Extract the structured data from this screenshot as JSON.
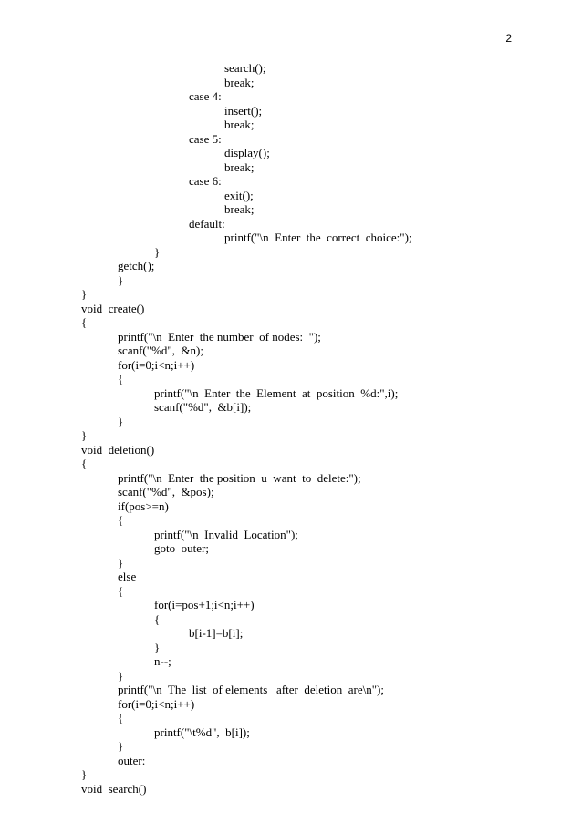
{
  "page": {
    "number": "2"
  },
  "code_lines": [
    {
      "indent": 4,
      "text": "search();"
    },
    {
      "indent": 4,
      "text": "break;"
    },
    {
      "indent": 3,
      "text": "case 4:"
    },
    {
      "indent": 4,
      "text": "insert();"
    },
    {
      "indent": 4,
      "text": "break;"
    },
    {
      "indent": 3,
      "text": "case 5:"
    },
    {
      "indent": 4,
      "text": "display();"
    },
    {
      "indent": 4,
      "text": "break;"
    },
    {
      "indent": 3,
      "text": "case 6:"
    },
    {
      "indent": 4,
      "text": "exit();"
    },
    {
      "indent": 4,
      "text": "break;"
    },
    {
      "indent": 3,
      "text": "default:"
    },
    {
      "indent": 4,
      "text": "printf(\"\\n  Enter  the  correct  choice:\");"
    },
    {
      "indent": 2,
      "text": "}"
    },
    {
      "indent": 1,
      "text": "getch();"
    },
    {
      "indent": 1,
      "text": "}"
    },
    {
      "indent": 0,
      "text": "}"
    },
    {
      "indent": 0,
      "text": "void  create()"
    },
    {
      "indent": 0,
      "text": "{"
    },
    {
      "indent": 1,
      "text": "printf(\"\\n  Enter  the number  of nodes:  \");"
    },
    {
      "indent": 1,
      "text": "scanf(\"%d\",  &n);"
    },
    {
      "indent": 1,
      "text": "for(i=0;i<n;i++)"
    },
    {
      "indent": 1,
      "text": "{"
    },
    {
      "indent": 2,
      "text": "printf(\"\\n  Enter  the  Element  at  position  %d:\",i);"
    },
    {
      "indent": 2,
      "text": "scanf(\"%d\",  &b[i]);"
    },
    {
      "indent": 1,
      "text": "}"
    },
    {
      "indent": 0,
      "text": "}"
    },
    {
      "indent": 0,
      "text": "void  deletion()"
    },
    {
      "indent": 0,
      "text": "{"
    },
    {
      "indent": 1,
      "text": "printf(\"\\n  Enter  the position  u  want  to  delete:\");"
    },
    {
      "indent": 1,
      "text": "scanf(\"%d\",  &pos);"
    },
    {
      "indent": 1,
      "text": "if(pos>=n)"
    },
    {
      "indent": 1,
      "text": "{"
    },
    {
      "indent": 2,
      "text": "printf(\"\\n  Invalid  Location\");"
    },
    {
      "indent": 2,
      "text": "goto  outer;"
    },
    {
      "indent": 1,
      "text": "}"
    },
    {
      "indent": 1,
      "text": "else"
    },
    {
      "indent": 1,
      "text": "{"
    },
    {
      "indent": 2,
      "text": "for(i=pos+1;i<n;i++)"
    },
    {
      "indent": 2,
      "text": "{"
    },
    {
      "indent": 3,
      "text": "b[i-1]=b[i];"
    },
    {
      "indent": 2,
      "text": "}"
    },
    {
      "indent": 2,
      "text": "n--;"
    },
    {
      "indent": 1,
      "text": "}"
    },
    {
      "indent": 1,
      "text": "printf(\"\\n  The  list  of elements   after  deletion  are\\n\");"
    },
    {
      "indent": 1,
      "text": "for(i=0;i<n;i++)"
    },
    {
      "indent": 1,
      "text": "{"
    },
    {
      "indent": 2,
      "text": "printf(\"\\t%d\",  b[i]);"
    },
    {
      "indent": 1,
      "text": "}"
    },
    {
      "indent": 1,
      "text": "outer:"
    },
    {
      "indent": 0,
      "text": "}"
    },
    {
      "indent": 0,
      "text": "void  search()"
    }
  ]
}
